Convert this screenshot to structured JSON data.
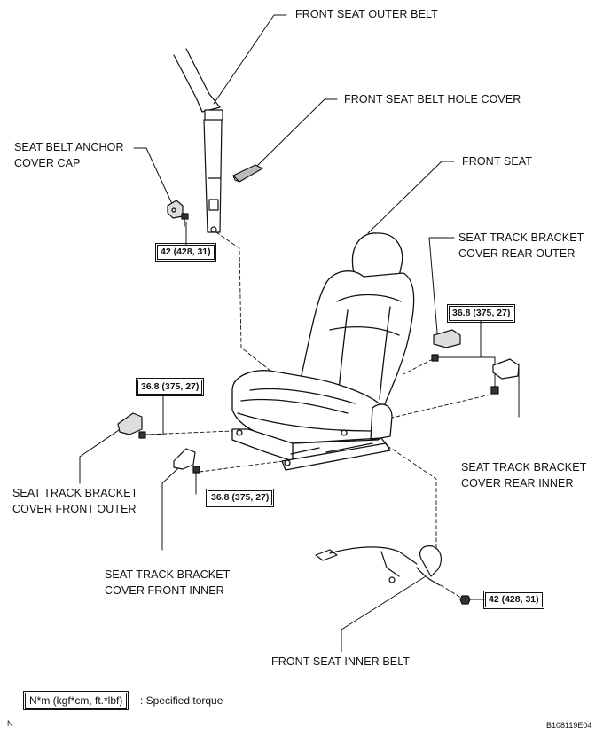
{
  "labels": {
    "front_seat_outer_belt": "FRONT SEAT OUTER BELT",
    "front_seat_belt_hole_cover": "FRONT SEAT BELT HOLE COVER",
    "seat_belt_anchor_cover_cap_1": "SEAT BELT ANCHOR",
    "seat_belt_anchor_cover_cap_2": "COVER CAP",
    "front_seat": "FRONT SEAT",
    "rear_outer_1": "SEAT TRACK BRACKET",
    "rear_outer_2": "COVER REAR OUTER",
    "rear_inner_1": "SEAT TRACK BRACKET",
    "rear_inner_2": "COVER REAR INNER",
    "front_outer_1": "SEAT TRACK BRACKET",
    "front_outer_2": "COVER FRONT OUTER",
    "front_inner_1": "SEAT TRACK BRACKET",
    "front_inner_2": "COVER FRONT INNER",
    "front_seat_inner_belt": "FRONT SEAT INNER BELT"
  },
  "torques": {
    "anchor": "42 (428, 31)",
    "rear_outer": "36.8 (375, 27)",
    "front_outer": "36.8 (375, 27)",
    "front_inner": "36.8 (375, 27)",
    "inner_belt": "42 (428, 31)"
  },
  "legend": {
    "unit": "N*m (kgf*cm, ft.*lbf)",
    "text": ": Specified torque"
  },
  "footer": {
    "left_mark": "N",
    "figure_id": "B108119E04"
  }
}
